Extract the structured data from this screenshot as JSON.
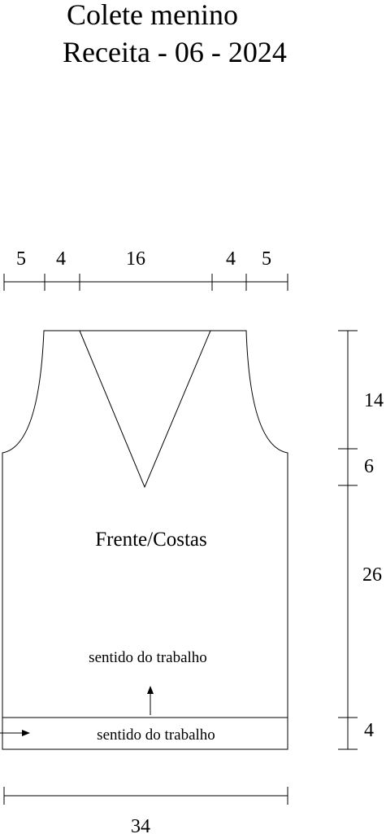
{
  "title": {
    "line1": "Colete menino",
    "line2": "Receita - 06 - 2024"
  },
  "piece_label": "Frente/Costas",
  "work_direction_upper": "sentido do trabalho",
  "work_direction_lower": "sentido do trabalho",
  "arrow_icons": [
    "arrow-up-icon",
    "arrow-right-icon"
  ],
  "top_measurements": [
    "5",
    "4",
    "16",
    "4",
    "5"
  ],
  "side_measurements": [
    "14",
    "6",
    "26",
    "4"
  ],
  "bottom_measurement": "34"
}
